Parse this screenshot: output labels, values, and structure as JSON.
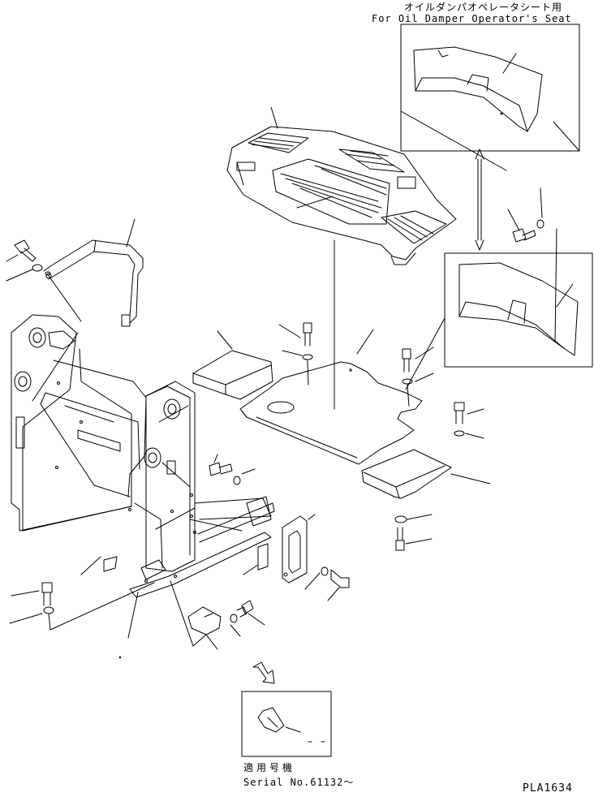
{
  "annotations": {
    "top_note_jp": "オイルダンパオペレータシート用",
    "top_note_en": "For Oil Damper Operator's Seat",
    "serial_jp": "適用号機",
    "serial_en": "Serial No.61132～",
    "drawing_no": "PLA1634"
  },
  "colors": {
    "ink": "#000000",
    "paper": "#ffffff"
  }
}
